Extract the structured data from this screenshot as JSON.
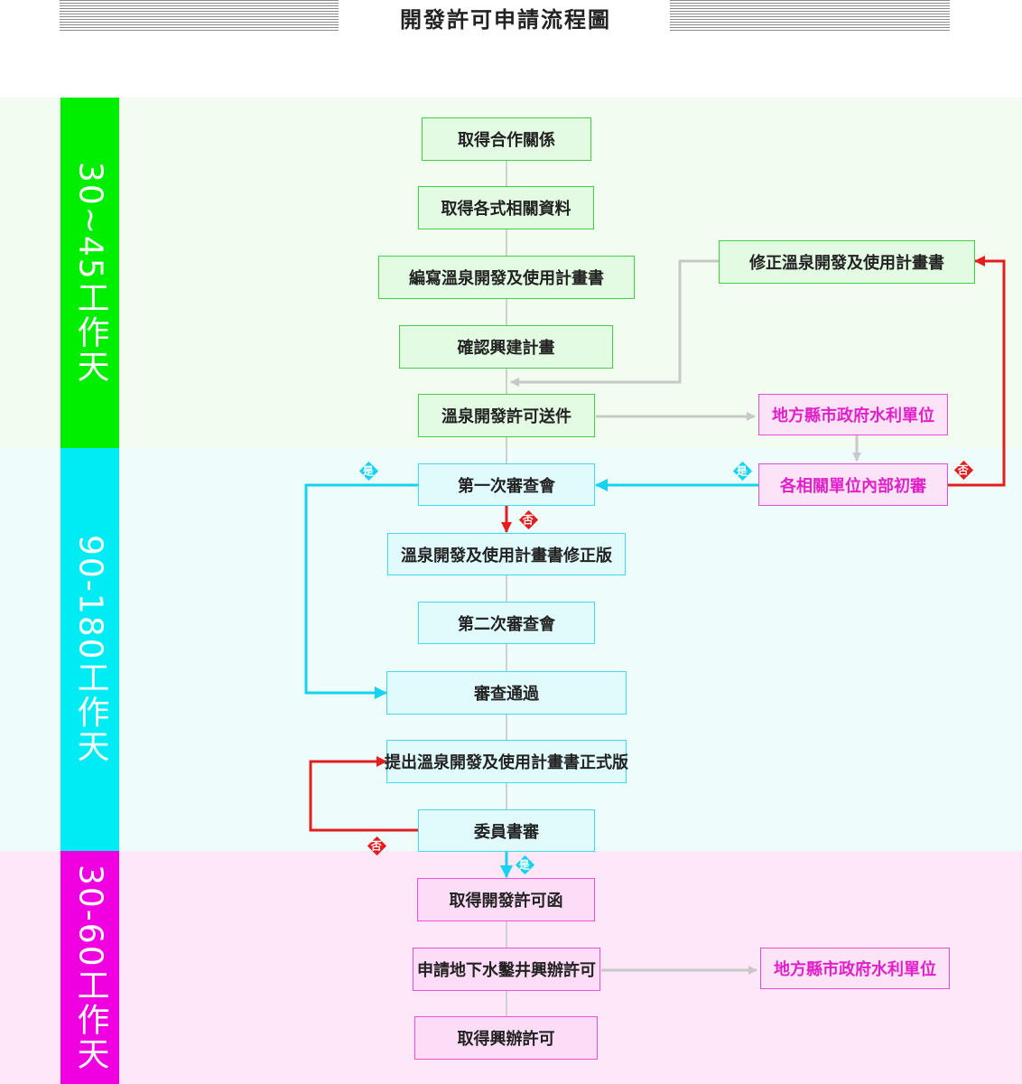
{
  "title": "開發許可申請流程圖",
  "phases": [
    {
      "label": "30~45工作天",
      "color": "#00ee00",
      "band_color": "#f3fcf0"
    },
    {
      "label": "90-180工作天",
      "color": "#00ecf4",
      "band_color": "#effcfc"
    },
    {
      "label": "30-60工作天",
      "color": "#f000e0",
      "band_color": "#fde7f9"
    }
  ],
  "nodes": {
    "n1": "取得合作關係",
    "n2": "取得各式相關資料",
    "n3": "編寫溫泉開發及使用計畫書",
    "n4": "確認興建計畫",
    "n5": "溫泉開發許可送件",
    "r1": "修正溫泉開發及使用計畫書",
    "r2": "地方縣市政府水利單位",
    "r3": "各相關單位內部初審",
    "n6": "第一次審查會",
    "n7": "溫泉開發及使用計畫書修正版",
    "n8": "第二次審查會",
    "n9": "審查通過",
    "n10": "提出溫泉開發及使用計畫書正式版",
    "n11": "委員書審",
    "n12": "取得開發許可函",
    "n13": "申請地下水鑿井興辦許可",
    "r4": "地方縣市政府水利單位",
    "n14": "取得興辦許可"
  },
  "decisions": {
    "yes": "是",
    "no": "否"
  },
  "colors": {
    "yes_arrow": "#15d3f0",
    "no_arrow": "#e41e1e",
    "neutral_arrow": "#c8c8c8",
    "spine": "#d0d0d0"
  }
}
